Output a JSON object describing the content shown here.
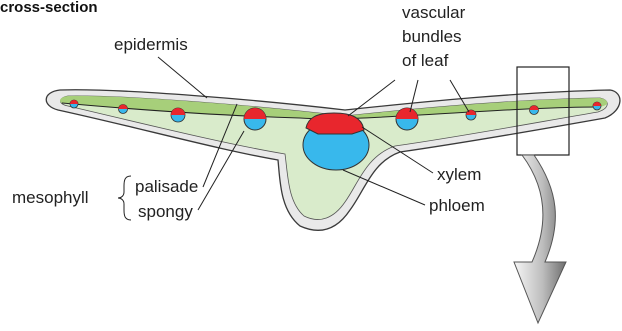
{
  "title": "cross-section",
  "labels": {
    "epidermis": "epidermis",
    "vascular_line1": "vascular",
    "vascular_line2": "bundles",
    "vascular_line3": "of leaf",
    "xylem": "xylem",
    "phloem": "phloem",
    "mesophyll": "mesophyll",
    "palisade": "palisade",
    "spongy": "spongy"
  },
  "colors": {
    "epidermis_outer": "#e6e6e6",
    "palisade": "#a7cf7a",
    "spongy": "#d9ebcb",
    "xylem": "#e8262d",
    "phloem": "#38b8ec",
    "arrow_light": "#f4f4f4",
    "arrow_dark": "#7a7a7a"
  }
}
